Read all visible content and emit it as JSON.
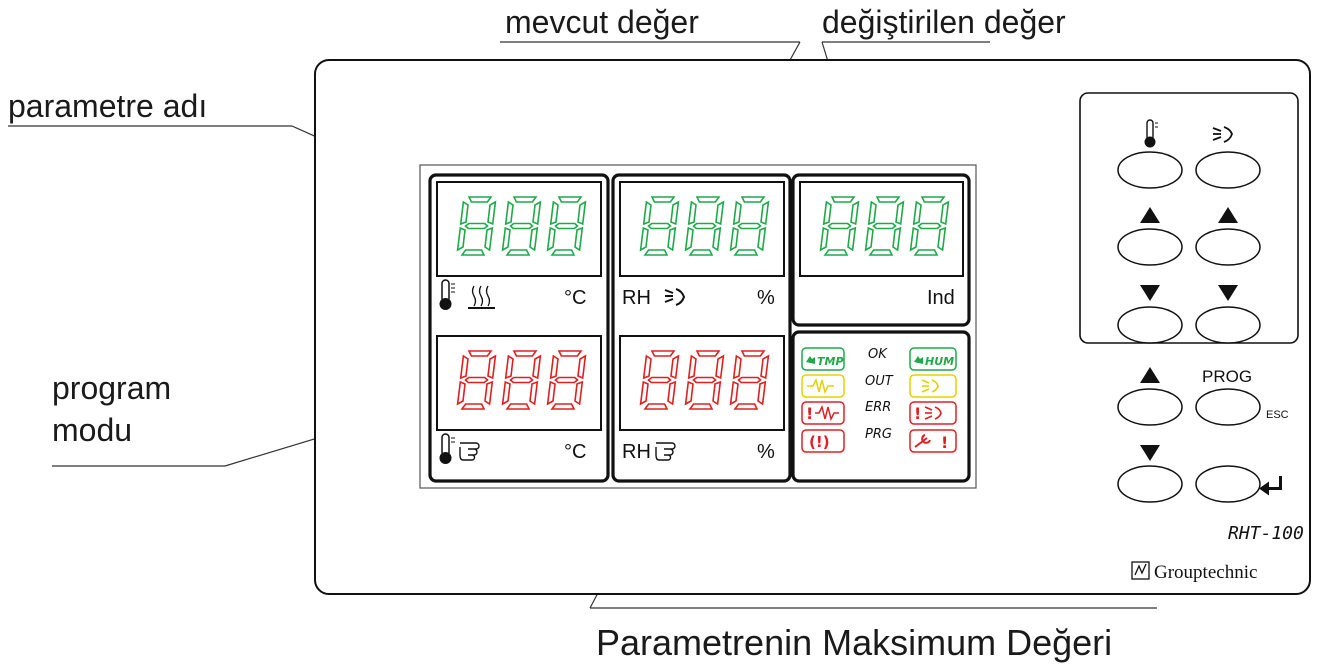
{
  "annotations": {
    "mevcut": "mevcut değer",
    "degistirilen": "değiştirilen değer",
    "parametre": "parametre adı",
    "program_line1": "program",
    "program_line2": "modu",
    "maksimum": "Parametrenin Maksimum Değeri"
  },
  "display": {
    "digits": "888",
    "unit_celsius": "°C",
    "unit_rh": "RH",
    "unit_percent": "%",
    "unit_ind": "Ind"
  },
  "status": {
    "ok": "OK",
    "out": "OUT",
    "err": "ERR",
    "prg": "PRG",
    "tmp_label": "TMP",
    "hum_label": "HUM"
  },
  "keypad": {
    "prog_label": "PROG",
    "esc_label": "ESC",
    "model": "RHT-100",
    "brand": "Grouptechnic"
  },
  "colors": {
    "green": "#1faa4a",
    "red": "#e02020",
    "yellow": "#e6d000"
  }
}
